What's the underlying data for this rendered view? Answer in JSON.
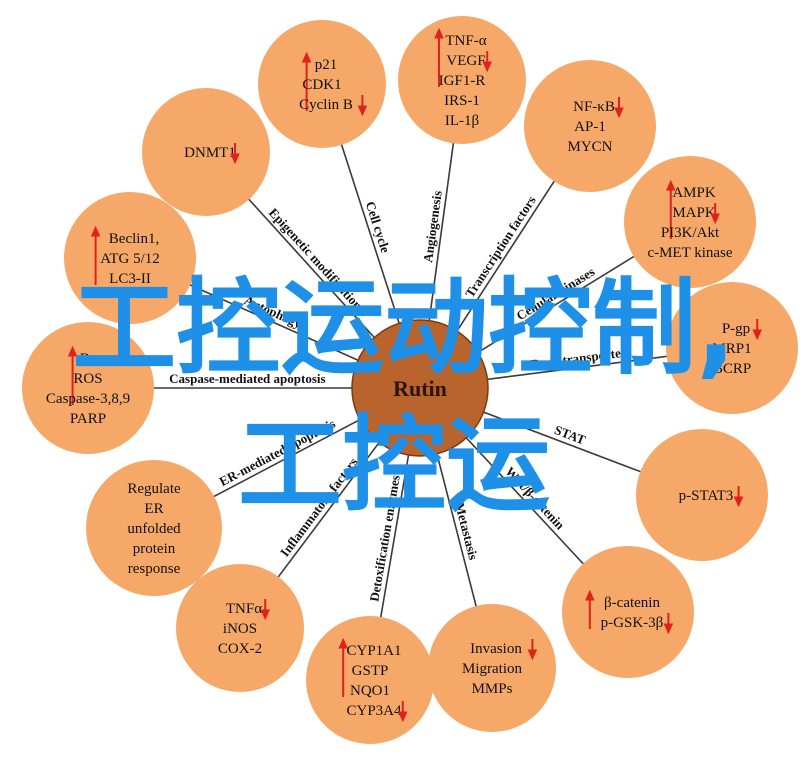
{
  "hub": {
    "label": "Rutin",
    "color": "#b8642c"
  },
  "node_color": "#f6a869",
  "arrow_color": "#e0221c",
  "watermark": {
    "line1": "工控运动控制,",
    "line2": "工控运",
    "color": "#1e90e8"
  },
  "nodes": [
    {
      "id": "cell-cycle",
      "spoke": "Cell cycle",
      "lines": [
        {
          "t": "p21",
          "a": "up"
        },
        {
          "t": "CDK1",
          "a": ""
        },
        {
          "t": "Cyclin B",
          "a": "down"
        }
      ]
    },
    {
      "id": "angiogenesis",
      "spoke": "Angiogenesis",
      "lines": [
        {
          "t": "TNF-α",
          "a": "up"
        },
        {
          "t": "VEGF",
          "a": "down"
        },
        {
          "t": "IGF1-R",
          "a": ""
        },
        {
          "t": "IRS-1",
          "a": ""
        },
        {
          "t": "IL-1β",
          "a": ""
        }
      ]
    },
    {
      "id": "transcription",
      "spoke": "Transcription factors",
      "lines": [
        {
          "t": "NF-κB",
          "a": "down"
        },
        {
          "t": "AP-1",
          "a": ""
        },
        {
          "t": "MYCN",
          "a": ""
        }
      ]
    },
    {
      "id": "kinases",
      "spoke": "Cellular kinases",
      "lines": [
        {
          "t": "AMPK",
          "a": "up"
        },
        {
          "t": "MAPK",
          "a": "down"
        },
        {
          "t": "PI3K/Akt",
          "a": ""
        },
        {
          "t": "c-MET kinase",
          "a": ""
        }
      ]
    },
    {
      "id": "drug-transport",
      "spoke": "Drug transporters",
      "lines": [
        {
          "t": "P-gp",
          "a": "down"
        },
        {
          "t": "MRP1",
          "a": ""
        },
        {
          "t": "BCRP",
          "a": ""
        }
      ]
    },
    {
      "id": "stat",
      "spoke": "STAT",
      "lines": [
        {
          "t": "p-STAT3",
          "a": "down"
        }
      ]
    },
    {
      "id": "wnt",
      "spoke": "Wnt/β-catenin",
      "lines": [
        {
          "t": "β-catenin",
          "a": "up"
        },
        {
          "t": "p-GSK-3β",
          "a": "down"
        }
      ]
    },
    {
      "id": "metastasis",
      "spoke": "Metastasis",
      "lines": [
        {
          "t": "Invasion",
          "a": "down"
        },
        {
          "t": "Migration",
          "a": ""
        },
        {
          "t": "MMPs",
          "a": ""
        }
      ]
    },
    {
      "id": "detox",
      "spoke": "Detoxification enzymes",
      "lines": [
        {
          "t": "CYP1A1",
          "a": "up"
        },
        {
          "t": "GSTP",
          "a": ""
        },
        {
          "t": "NQO1",
          "a": ""
        },
        {
          "t": "CYP3A4",
          "a": "down"
        }
      ]
    },
    {
      "id": "inflammatory",
      "spoke": "Inflammatory factors",
      "lines": [
        {
          "t": "TNFα",
          "a": "down"
        },
        {
          "t": "iNOS",
          "a": ""
        },
        {
          "t": "COX-2",
          "a": ""
        }
      ]
    },
    {
      "id": "er-apoptosis",
      "spoke": "ER-mediated apoptosis",
      "lines": [
        {
          "t": "Regulate",
          "a": ""
        },
        {
          "t": "ER",
          "a": ""
        },
        {
          "t": "unfolded",
          "a": ""
        },
        {
          "t": "protein",
          "a": ""
        },
        {
          "t": "response",
          "a": ""
        }
      ]
    },
    {
      "id": "mito-apoptosis",
      "spoke": "Caspase-mediated apoptosis",
      "lines": [
        {
          "t": "Bax",
          "a": "up"
        },
        {
          "t": "ROS",
          "a": ""
        },
        {
          "t": "Caspase-3,8,9",
          "a": ""
        },
        {
          "t": "PARP",
          "a": ""
        }
      ]
    },
    {
      "id": "autophagy",
      "spoke": "Autophagy",
      "lines": [
        {
          "t": "Beclin1,",
          "a": "up"
        },
        {
          "t": "ATG 5/12",
          "a": ""
        },
        {
          "t": "LC3-II",
          "a": ""
        }
      ]
    },
    {
      "id": "epigenetic",
      "spoke": "Epigenetic modification",
      "lines": [
        {
          "t": "DNMT1",
          "a": "down"
        }
      ]
    }
  ]
}
